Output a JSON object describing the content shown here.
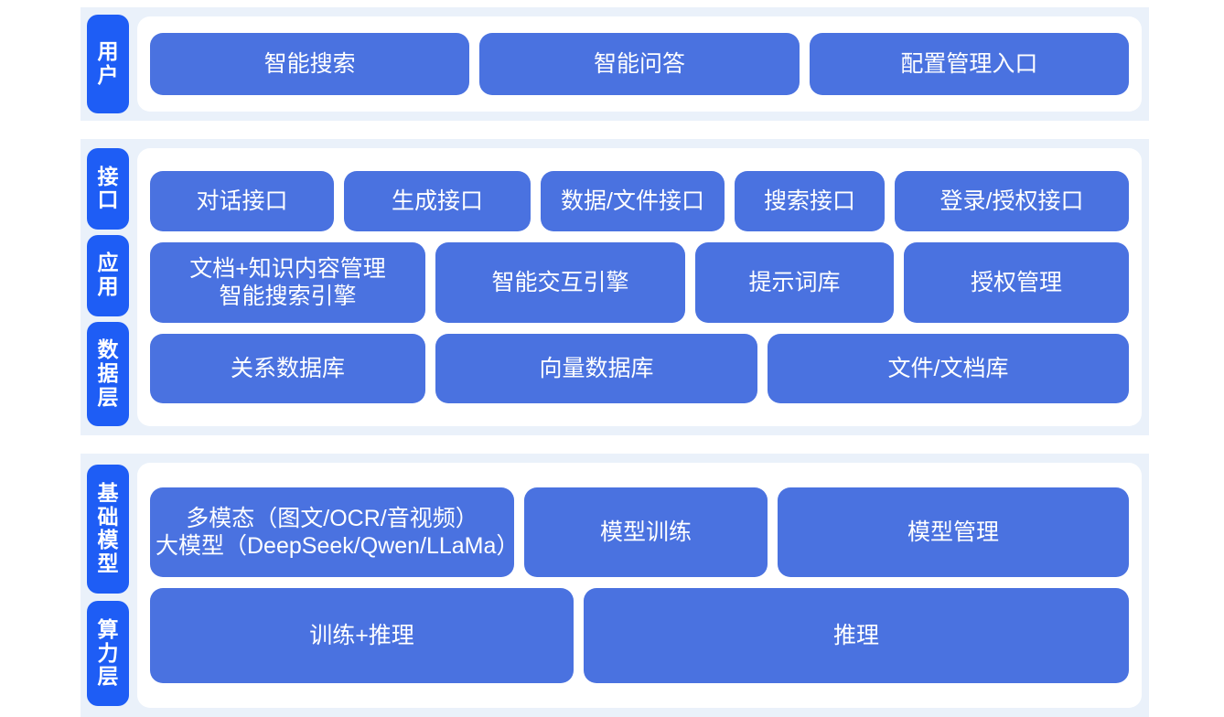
{
  "theme": {
    "page_background": "#ffffff",
    "section_band": "#eaf1fa",
    "panel": "#ffffff",
    "side_label_blue": "#1e5df5",
    "node_blue": "#4a72e0",
    "node_text": "#ffffff"
  },
  "sections": [
    {
      "id": "user",
      "labels": [
        "用户"
      ],
      "rows": [
        {
          "id": "user-row",
          "nodes": [
            "智能搜索",
            "智能问答",
            "配置管理入口"
          ]
        }
      ]
    },
    {
      "id": "mid",
      "labels": [
        "接口",
        "应用",
        "数据层"
      ],
      "rows": [
        {
          "id": "api",
          "nodes": [
            "对话接口",
            "生成接口",
            "数据/文件接口",
            "搜索接口",
            "登录/授权接口"
          ]
        },
        {
          "id": "app",
          "nodes": [
            "文档+知识内容管理\n智能搜索引擎",
            "智能交互引擎",
            "提示词库",
            "授权管理"
          ]
        },
        {
          "id": "data",
          "nodes": [
            "关系数据库",
            "向量数据库",
            "文件/文档库"
          ]
        }
      ]
    },
    {
      "id": "base",
      "labels": [
        "基础模型",
        "算力层"
      ],
      "rows": [
        {
          "id": "model",
          "nodes": [
            "多模态（图文/OCR/音视频）\n大模型（DeepSeek/Qwen/LLaMa）",
            "模型训练",
            "模型管理"
          ]
        },
        {
          "id": "compute",
          "nodes": [
            "训练+推理",
            "推理"
          ]
        }
      ]
    }
  ]
}
